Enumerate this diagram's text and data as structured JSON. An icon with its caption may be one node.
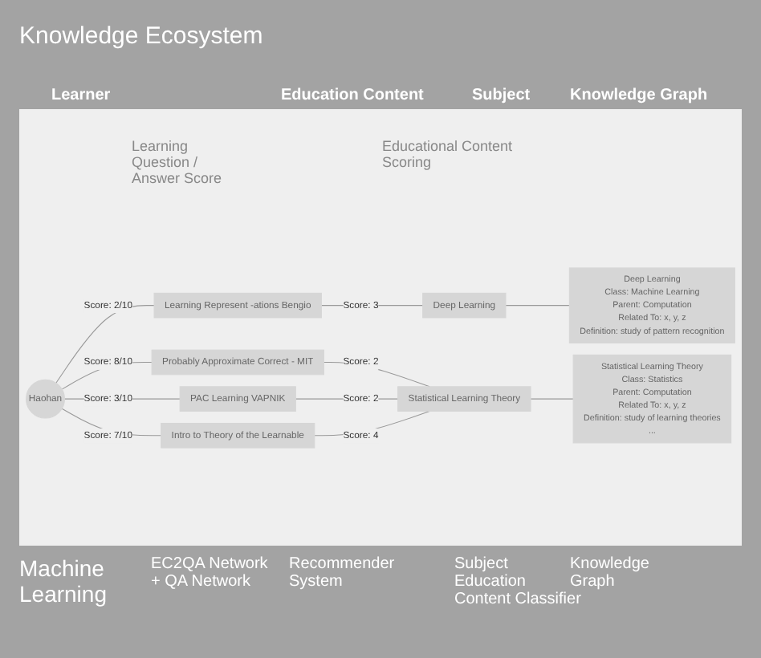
{
  "diagram": {
    "title": "Knowledge Ecosystem",
    "nodes": [
      {
        "text": [
          "Haohan"
        ]
      },
      {
        "text": [
          "Learning Represent -ations Bengio"
        ]
      },
      {
        "text": [
          "Probably Approximate Correct - MIT"
        ]
      },
      {
        "text": [
          "PAC Learning VAPNIK"
        ]
      },
      {
        "text": [
          "Intro to Theory of the Learnable"
        ]
      },
      {
        "text": [
          "Deep Learning"
        ]
      },
      {
        "text": [
          "Statistical Learning Theory"
        ]
      },
      {
        "text": [
          "Deep Learning",
          "Class: Machine Learning",
          "Parent: Computation",
          "Related To: x, y, z",
          "Definition: study of pattern recognition"
        ]
      },
      {
        "text": [
          "Statistical Learning Theory",
          "Class: Statistics",
          "Parent: Computation",
          "Related To: x, y, z",
          "Definition: study of learning theories",
          "..."
        ]
      }
    ],
    "edges": [
      {
        "from": 0,
        "to": 1,
        "arrow": "none",
        "label": "Score: 2/10"
      },
      {
        "from": 0,
        "to": 2,
        "arrow": "none",
        "label": "Score: 8/10"
      },
      {
        "from": 0,
        "to": 3,
        "arrow": "none",
        "label": "Score: 3/10"
      },
      {
        "from": 0,
        "to": 4,
        "arrow": "none",
        "label": "Score: 7/10"
      },
      {
        "from": 1,
        "to": 5,
        "arrow": "none",
        "label": "Score: 3"
      },
      {
        "from": 2,
        "to": 6,
        "arrow": "none",
        "label": "Score: 2"
      },
      {
        "from": 3,
        "to": 6,
        "arrow": "none",
        "label": "Score: 2"
      },
      {
        "from": 4,
        "to": 6,
        "arrow": "none",
        "label": "Score: 4"
      },
      {
        "from": 5,
        "to": 7,
        "arrow": "none"
      },
      {
        "from": 6,
        "to": 8,
        "arrow": "none"
      }
    ],
    "labels": [
      "Learner",
      "Education Content",
      "Subject",
      "Knowledge Graph",
      "Learning Question / Answer Score",
      "Educational Content Scoring",
      "Machine Learning",
      "EC2QA Network + QA Network",
      "Recommender System",
      "Subject Education Content Classifier",
      "Knowledge Graph"
    ]
  }
}
